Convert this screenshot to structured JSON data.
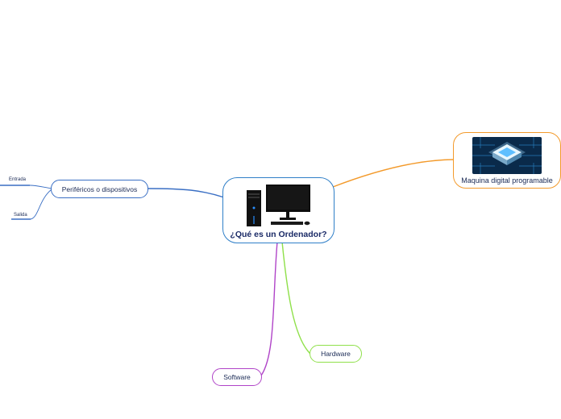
{
  "diagram": {
    "central": {
      "label": "¿Qué es un Ordenador?",
      "image": "desktop-computer-illustration"
    },
    "branches": [
      {
        "id": "maquina",
        "label": "Maquina digital programable",
        "color": "#f39a2b",
        "image": "microchip-photo"
      },
      {
        "id": "perifericos",
        "label": "Periféricos o dispositivos",
        "color": "#3a6fc4",
        "children": [
          {
            "label": "Entrada"
          },
          {
            "label": "Salida"
          }
        ]
      },
      {
        "id": "hardware",
        "label": "Hardware",
        "color": "#8fe04a"
      },
      {
        "id": "software",
        "label": "Software",
        "color": "#b044c8"
      }
    ]
  }
}
